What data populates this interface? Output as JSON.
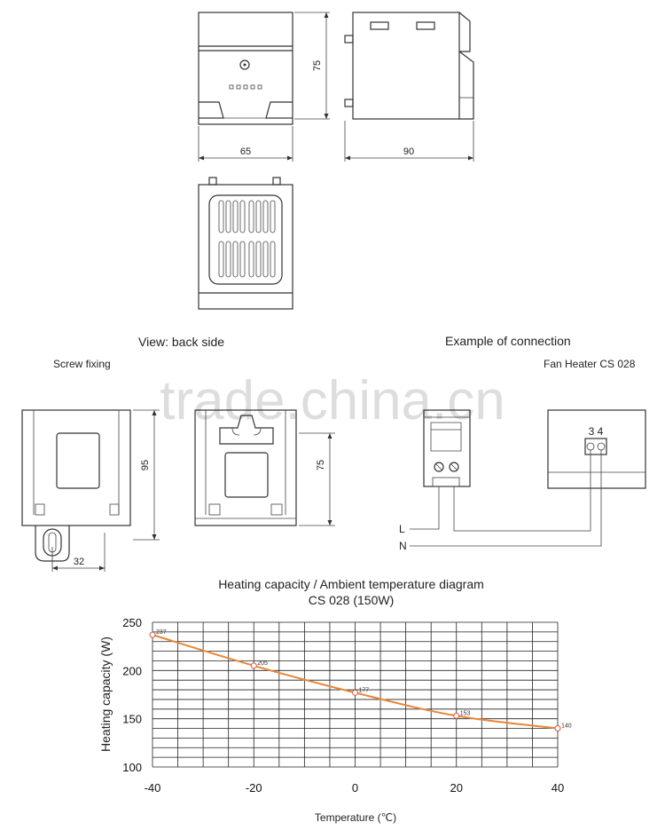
{
  "dimensions": {
    "front_width": "65",
    "front_height": "75",
    "side_depth": "90",
    "back_height_a": "95",
    "back_height_b": "75",
    "screw_offset": "32"
  },
  "sections": {
    "back_view_title": "View: back side",
    "screw_fixing": "Screw fixing",
    "connection_title": "Example of connection",
    "fan_heater": "Fan Heater CS 028",
    "terminals": "3 4",
    "line_L": "L",
    "line_N": "N"
  },
  "watermark": "trade.china.cn",
  "chart_data": {
    "type": "line",
    "title": "Heating capacity / Ambient temperature diagram",
    "subtitle": "CS 028 (150W)",
    "xlabel": "Temperature (℃)",
    "ylabel": "Heating capacity (W)",
    "xlim": [
      -40,
      40
    ],
    "ylim": [
      100,
      250
    ],
    "xticks": [
      "-40",
      "-20",
      "0",
      "20",
      "40"
    ],
    "yticks": [
      "100",
      "150",
      "200",
      "250"
    ],
    "x": [
      -40,
      -20,
      0,
      20,
      40
    ],
    "y": [
      237,
      205,
      177,
      153,
      140
    ],
    "point_labels": [
      "237",
      "205",
      "177",
      "153",
      "140"
    ],
    "line_color": "#e8873a",
    "grid": true
  }
}
